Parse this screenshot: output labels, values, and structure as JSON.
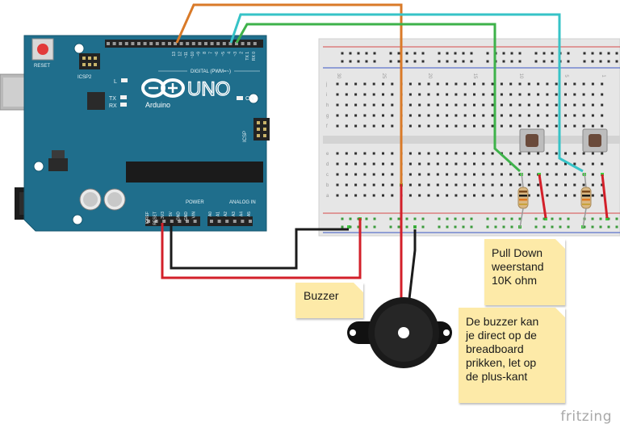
{
  "arduino": {
    "brand": "Arduino",
    "model": "UNO",
    "reset_label": "RESET",
    "icsp2_label": "ICSP2",
    "icsp_label": "ICSP",
    "digital_label": "DIGITAL (PWM=~)",
    "analog_label": "ANALOG IN",
    "power_label": "POWER",
    "aref_label": "AREF",
    "gnd_label": "GND",
    "l_label": "L",
    "tx_label": "TX",
    "rx_label": "RX",
    "on_label": "ON",
    "digital_pins": [
      "13",
      "12",
      "~11",
      "~10",
      "~9",
      "8",
      "7",
      "~6",
      "~5",
      "4",
      "~3",
      "2",
      "TX 1",
      "RX 0"
    ],
    "power_pins": [
      "IOREF",
      "RESET",
      "3V3",
      "5V",
      "GND",
      "GND",
      "VIN"
    ],
    "analog_pins": [
      "A0",
      "A1",
      "A2",
      "A3",
      "A4",
      "A5"
    ]
  },
  "breadboard": {
    "column_numbers": [
      "30",
      "25",
      "20",
      "15",
      "10",
      "5",
      "1"
    ],
    "row_letters_top": [
      "j",
      "i",
      "h",
      "g",
      "f"
    ],
    "row_letters_bottom": [
      "e",
      "d",
      "c",
      "b",
      "a"
    ]
  },
  "notes": {
    "buzzer": "Buzzer",
    "pulldown": [
      "Pull Down",
      "weerstand",
      "10K ohm"
    ],
    "buzzer_tip": [
      "De buzzer kan",
      "je direct op de",
      "breadboard",
      "prikken, let op",
      "de plus-kant"
    ]
  },
  "watermark": "fritzing",
  "colors": {
    "board": "#1f6e8c",
    "wire_orange": "#d97a28",
    "wire_cyan": "#36c3c7",
    "wire_green": "#3eb24a",
    "wire_red": "#d3202a",
    "wire_black": "#1b1b1b",
    "note": "#fdeaa8"
  }
}
